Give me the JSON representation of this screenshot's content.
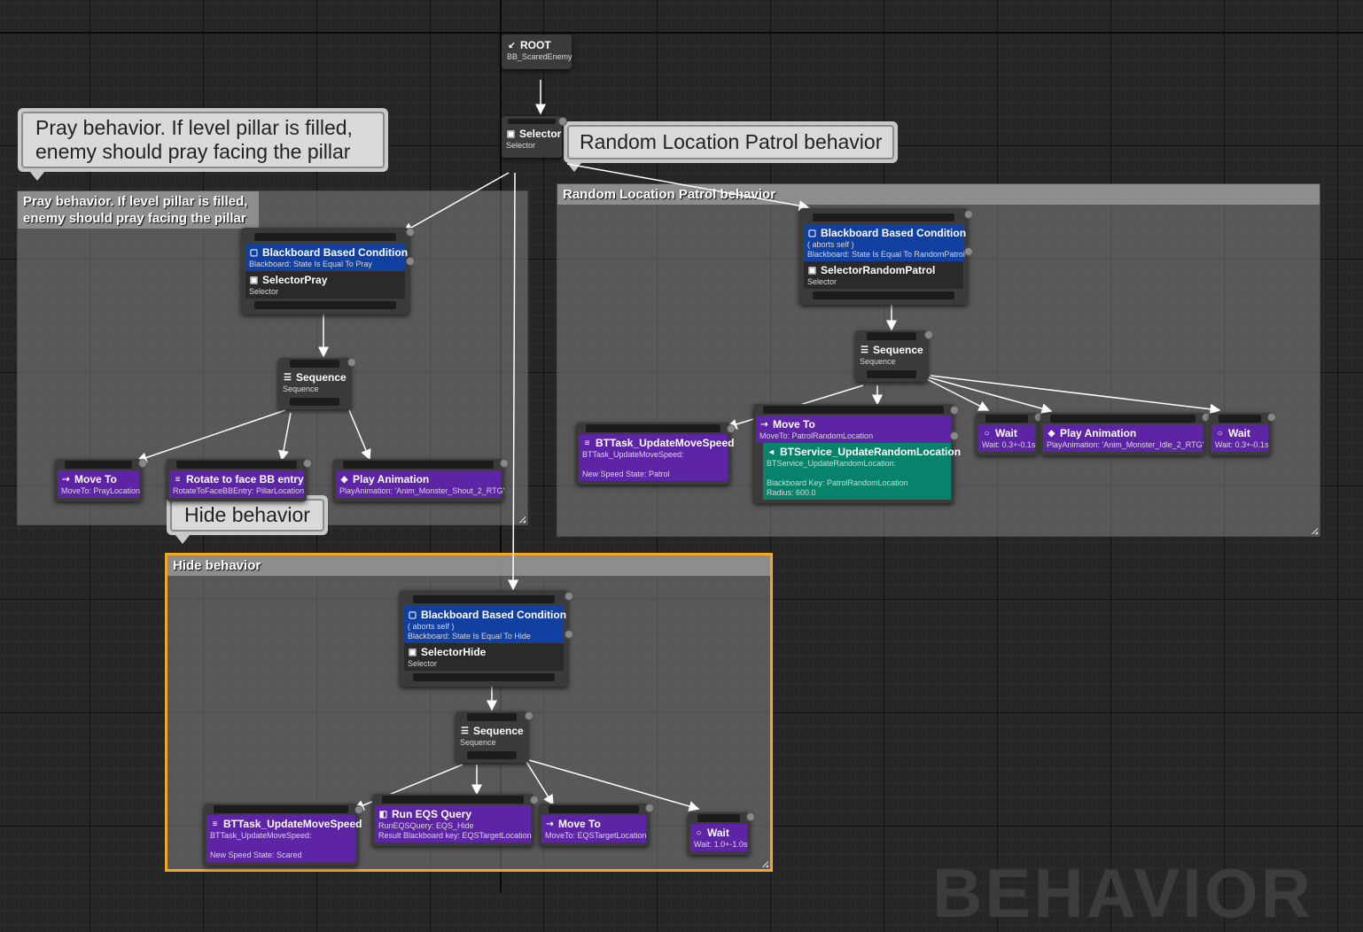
{
  "watermark": "BEHAVIOR",
  "bubbles": {
    "pray": "Pray behavior. If level pillar is filled, enemy should pray facing the pillar",
    "patrol": "Random Location Patrol behavior",
    "hide": "Hide behavior"
  },
  "comments": {
    "pray": "Pray behavior. If level pillar is filled, enemy should pray facing the pillar",
    "patrol": "Random Location Patrol behavior",
    "hide": "Hide behavior"
  },
  "root": {
    "title": "ROOT",
    "sub": "BB_ScaredEnemy"
  },
  "selector": {
    "title": "Selector",
    "sub": "Selector"
  },
  "pray": {
    "decorator": {
      "title": "Blackboard Based Condition",
      "sub": "Blackboard: State Is Equal To Pray"
    },
    "composite": {
      "title": "SelectorPray",
      "sub": "Selector"
    },
    "sequence": {
      "title": "Sequence",
      "sub": "Sequence"
    },
    "moveto": {
      "title": "Move To",
      "sub": "MoveTo: PrayLocation"
    },
    "rotate": {
      "title": "Rotate to face BB entry",
      "sub": "RotateToFaceBBEntry: PillarLocation"
    },
    "anim": {
      "title": "Play Animation",
      "sub": "PlayAnimation: 'Anim_Monster_Shout_2_RTG'"
    }
  },
  "patrol": {
    "decorator": {
      "title": "Blackboard Based Condition",
      "sub1": "( aborts self )",
      "sub2": "Blackboard: State Is Equal To RandomPatrol"
    },
    "composite": {
      "title": "SelectorRandomPatrol",
      "sub": "Selector"
    },
    "sequence": {
      "title": "Sequence",
      "sub": "Sequence"
    },
    "speed": {
      "title": "BTTask_UpdateMoveSpeed",
      "sub1": "BTTask_UpdateMoveSpeed:",
      "sub2": "New Speed State: Patrol"
    },
    "moveto": {
      "title": "Move To",
      "sub": "MoveTo: PatrolRandomLocation"
    },
    "service": {
      "title": "BTService_UpdateRandomLocation",
      "sub1": "BTService_UpdateRandomLocation:",
      "sub2": "Blackboard Key: PatrolRandomLocation",
      "sub3": "Radius: 600.0"
    },
    "wait1": {
      "title": "Wait",
      "sub": "Wait: 0.3+-0.1s"
    },
    "anim": {
      "title": "Play Animation",
      "sub": "PlayAnimation: 'Anim_Monster_Idle_2_RTG'"
    },
    "wait2": {
      "title": "Wait",
      "sub": "Wait: 0.3+-0.1s"
    }
  },
  "hide": {
    "decorator": {
      "title": "Blackboard Based Condition",
      "sub1": "( aborts self )",
      "sub2": "Blackboard: State Is Equal To Hide"
    },
    "composite": {
      "title": "SelectorHide",
      "sub": "Selector"
    },
    "sequence": {
      "title": "Sequence",
      "sub": "Sequence"
    },
    "speed": {
      "title": "BTTask_UpdateMoveSpeed",
      "sub1": "BTTask_UpdateMoveSpeed:",
      "sub2": "New Speed State: Scared"
    },
    "eqs": {
      "title": "Run EQS Query",
      "sub1": "RunEQSQuery: EQS_Hide",
      "sub2": "Result Blackboard key: EQSTargetLocation"
    },
    "moveto": {
      "title": "Move To",
      "sub": "MoveTo: EQSTargetLocation"
    },
    "wait": {
      "title": "Wait",
      "sub": "Wait: 1.0+-1.0s"
    }
  },
  "colors": {
    "decorator": "#1140a0",
    "task": "#5d24a6",
    "service": "#07826b",
    "selected": "#f5a623"
  }
}
